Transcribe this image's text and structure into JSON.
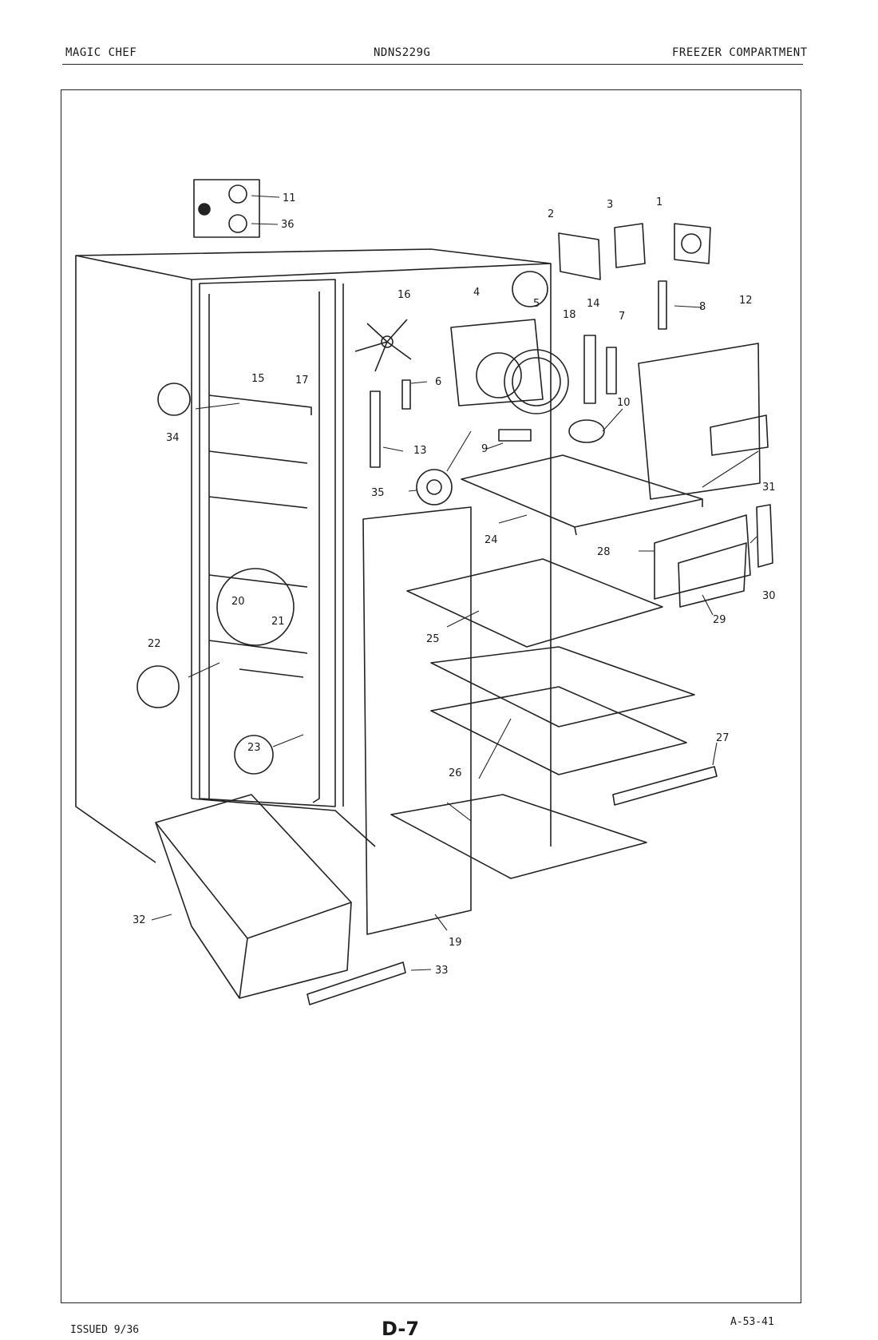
{
  "header": {
    "brand": "MAGIC CHEF",
    "model": "NDNS229G",
    "section": "FREEZER COMPARTMENT"
  },
  "footer": {
    "issued": "ISSUED 9/36",
    "page": "D-7",
    "code": "A-53-41"
  },
  "callouts": [
    {
      "id": "c1",
      "text": "1"
    },
    {
      "id": "c2",
      "text": "2"
    },
    {
      "id": "c3",
      "text": "3"
    },
    {
      "id": "c4",
      "text": "4"
    },
    {
      "id": "c5",
      "text": "5"
    },
    {
      "id": "c6",
      "text": "6"
    },
    {
      "id": "c7",
      "text": "7"
    },
    {
      "id": "c8",
      "text": "8"
    },
    {
      "id": "c9",
      "text": "9"
    },
    {
      "id": "c10",
      "text": "10"
    },
    {
      "id": "c11",
      "text": "11"
    },
    {
      "id": "c12",
      "text": "12"
    },
    {
      "id": "c13",
      "text": "13"
    },
    {
      "id": "c14",
      "text": "14"
    },
    {
      "id": "c15",
      "text": "15"
    },
    {
      "id": "c16",
      "text": "16"
    },
    {
      "id": "c17",
      "text": "17"
    },
    {
      "id": "c18",
      "text": "18"
    },
    {
      "id": "c19",
      "text": "19"
    },
    {
      "id": "c20",
      "text": "20"
    },
    {
      "id": "c21",
      "text": "21"
    },
    {
      "id": "c22",
      "text": "22"
    },
    {
      "id": "c23",
      "text": "23"
    },
    {
      "id": "c24",
      "text": "24"
    },
    {
      "id": "c25",
      "text": "25"
    },
    {
      "id": "c26",
      "text": "26"
    },
    {
      "id": "c27",
      "text": "27"
    },
    {
      "id": "c28",
      "text": "28"
    },
    {
      "id": "c29",
      "text": "29"
    },
    {
      "id": "c30",
      "text": "30"
    },
    {
      "id": "c31",
      "text": "31"
    },
    {
      "id": "c32",
      "text": "32"
    },
    {
      "id": "c33",
      "text": "33"
    },
    {
      "id": "c34",
      "text": "34"
    },
    {
      "id": "c35",
      "text": "35"
    },
    {
      "id": "c36",
      "text": "36"
    }
  ]
}
